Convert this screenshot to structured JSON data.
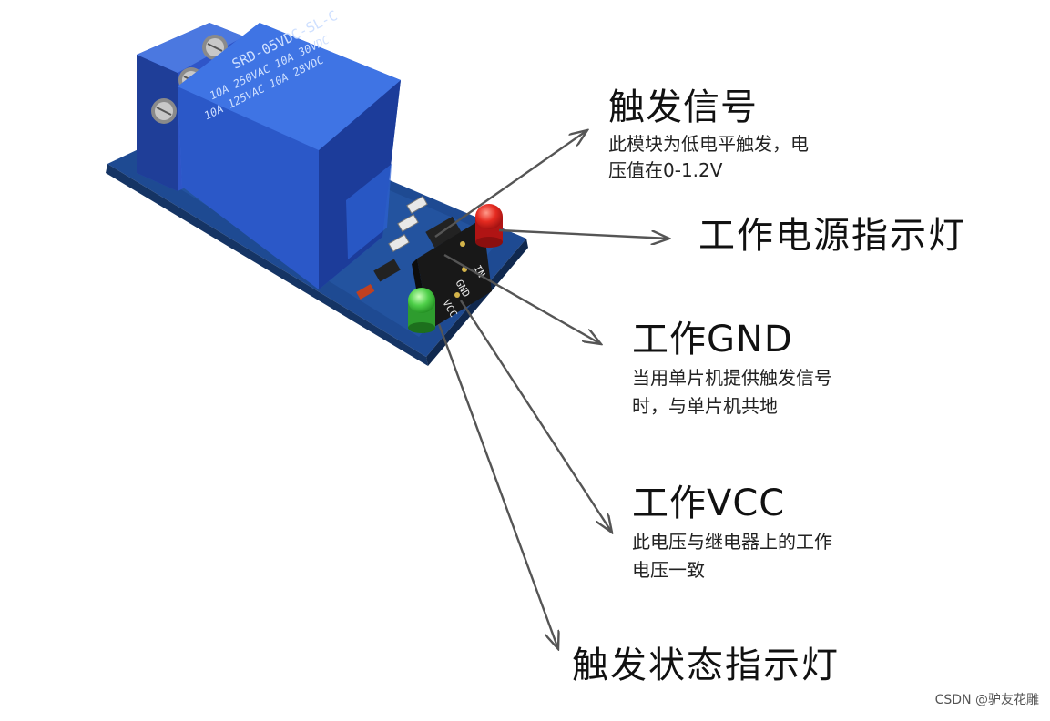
{
  "relay_top_text": {
    "line1": "SRD-05VDC-SL-C",
    "line2": "10A 250VAC  10A 30VDC",
    "line3": "10A 125VAC  10A 28VDC"
  },
  "board_pins": {
    "in": "IN",
    "gnd": "GND",
    "vcc": "VCC"
  },
  "labels": {
    "trigger": {
      "title": "触发信号",
      "desc1": "此模块为低电平触发，电",
      "desc2": "压值在0-1.2V"
    },
    "power_led": {
      "title": "工作电源指示灯"
    },
    "gnd": {
      "title": "工作GND",
      "desc1": "当用单片机提供触发信号",
      "desc2": "时，与单片机共地"
    },
    "vcc": {
      "title": "工作VCC",
      "desc1": "此电压与继电器上的工作",
      "desc2": "电压一致"
    },
    "status_led": {
      "title": "触发状态指示灯"
    }
  },
  "watermark": "CSDN @驴友花雕",
  "colors": {
    "relay_blue": "#2d5fd0",
    "terminal_blue": "#2f55c8",
    "pcb_blue": "#1f4f9c",
    "led_red": "#e02020",
    "led_green": "#3fc43f",
    "arrow": "#555555"
  }
}
